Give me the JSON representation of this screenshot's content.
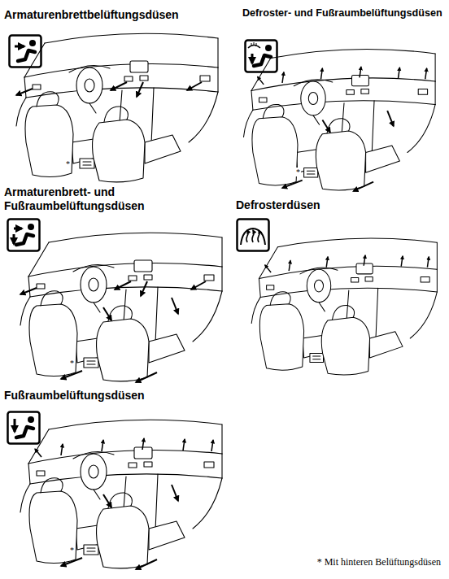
{
  "diagram": {
    "labels": [
      "Armaturenbrettbelüftungsdüsen",
      "Defroster- und Fußraumbelüftungsdüsen",
      "*",
      "*",
      "Armaturenbrett- und Fußraumbelüftungsdüsen",
      "Defrosterdüsen",
      "*",
      "Fußraumbelüftungsdüsen",
      "*",
      "* Mit hinteren Belüftungsdüsen"
    ]
  }
}
